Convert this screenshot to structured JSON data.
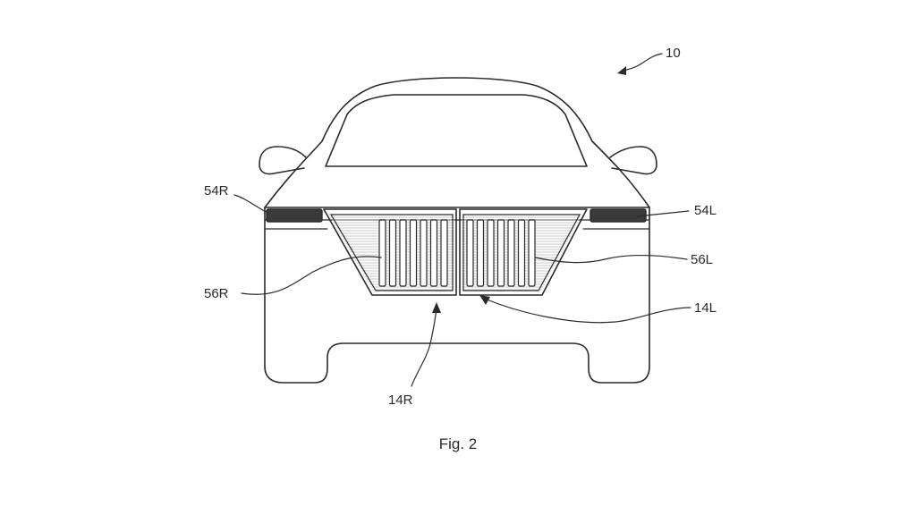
{
  "figure": {
    "caption": "Fig. 2",
    "labels": {
      "vehicle": "10",
      "lamp_right": "54R",
      "lamp_left": "54L",
      "grille_insert_right": "56R",
      "grille_insert_left": "56L",
      "grille_right": "14R",
      "grille_left": "14L"
    }
  }
}
